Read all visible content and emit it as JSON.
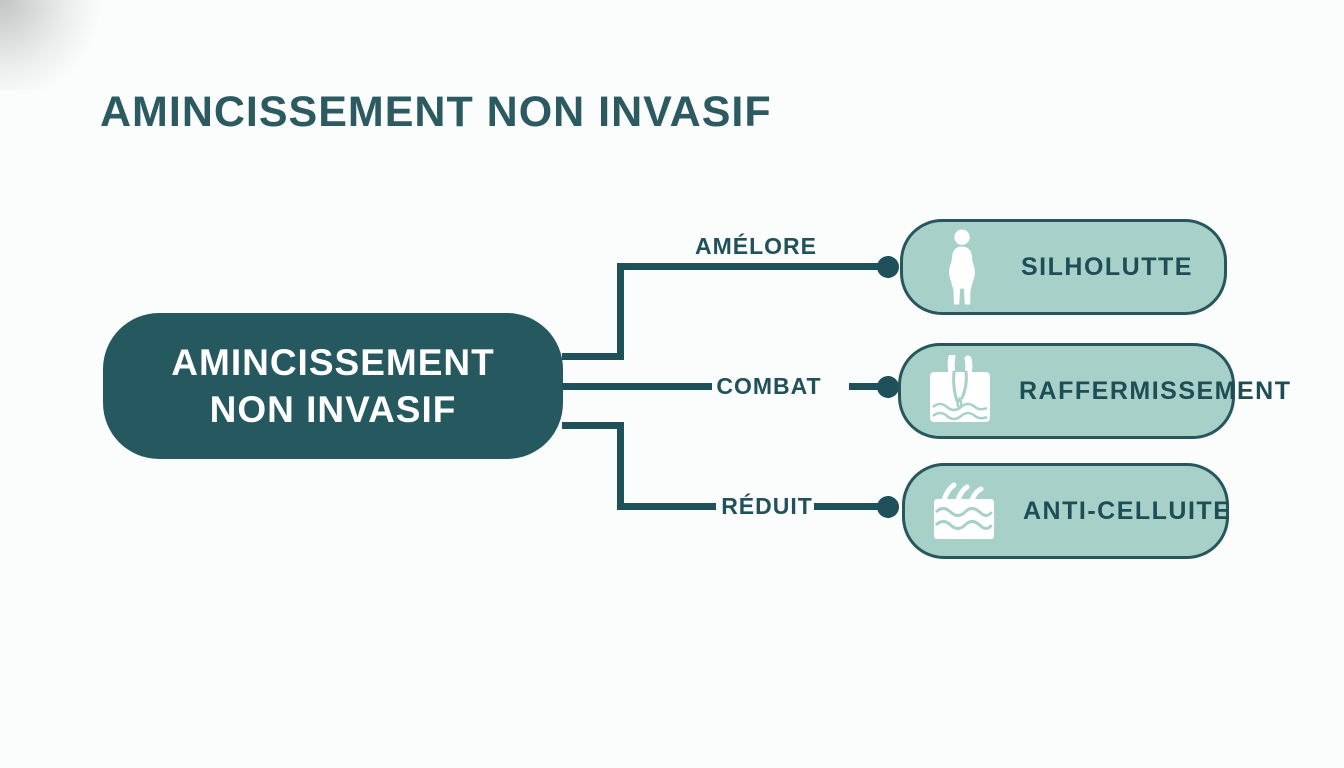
{
  "title": "AMINCISSEMENT NON INVASIF",
  "center_node": {
    "line1": "AMINCISSEMENT",
    "line2": "NON INVASIF"
  },
  "edges": [
    {
      "label": "AMÉLORE"
    },
    {
      "label": "COMBAT"
    },
    {
      "label": "RÉDUIT"
    }
  ],
  "nodes": [
    {
      "label": "SILHOLUTTE",
      "icon": "body-silhouette-icon"
    },
    {
      "label": "RAFFERMISSEMENT",
      "icon": "skin-follicle-icon"
    },
    {
      "label": "ANTI-CELLUITE",
      "icon": "skin-waves-icon"
    }
  ],
  "colors": {
    "background": "#fbfdfd",
    "title_text": "#2b5a60",
    "center_node_fill": "#25595f",
    "center_node_text": "#ffffff",
    "connector": "#1f515a",
    "branch_fill": "#a7d0c9",
    "branch_border": "#27565c",
    "branch_text": "#1d4e55",
    "edge_label_text": "#21525a",
    "icon_fill": "#ffffff"
  }
}
